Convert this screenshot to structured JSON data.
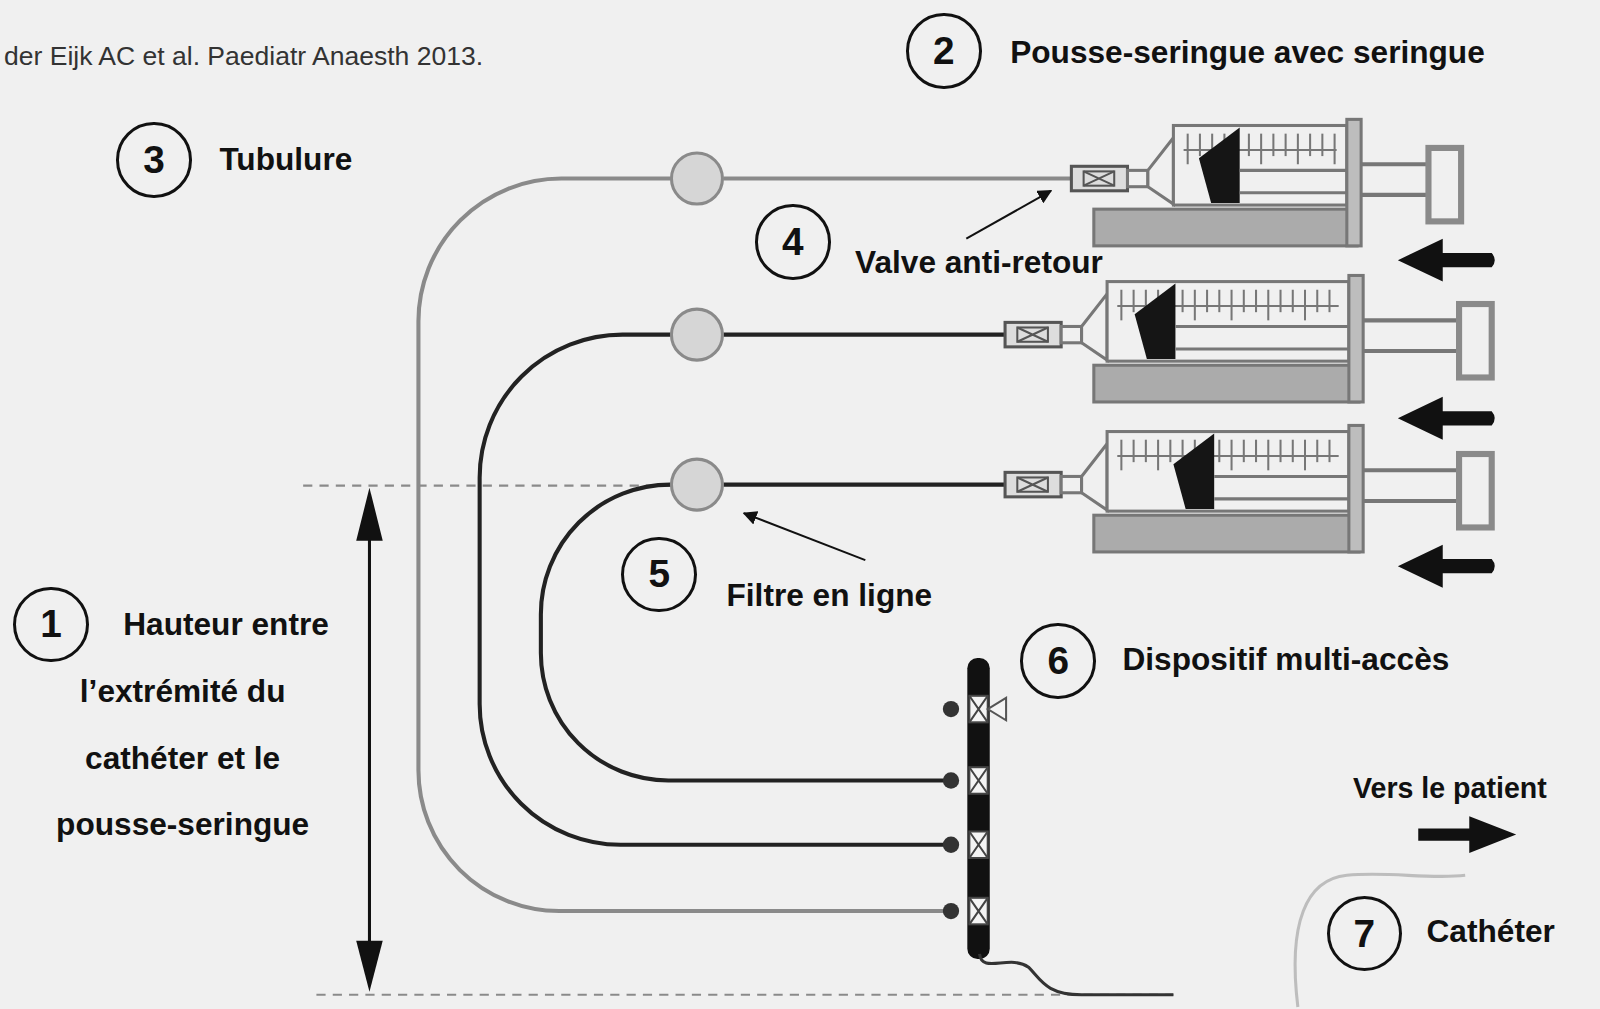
{
  "diagram": {
    "caption": "der Eijk AC et al. Paediatr Anaesth 2013.",
    "nodes": [
      {
        "text": [
          "2"
        ]
      },
      {
        "text": [
          "3"
        ]
      },
      {
        "text": [
          "4"
        ]
      },
      {
        "text": [
          "5"
        ]
      },
      {
        "text": [
          "1"
        ]
      },
      {
        "text": [
          "6"
        ]
      },
      {
        "text": [
          "7"
        ]
      }
    ],
    "labels": [
      "Pousse-seringue avec seringue",
      "Tubulure",
      "Valve anti-retour",
      "Filtre en ligne",
      "Hauteur entre l’extrémité du cathéter et le pousse-seringue",
      "Dispositif multi-accès",
      "Vers le patient",
      "Cathéter"
    ]
  }
}
